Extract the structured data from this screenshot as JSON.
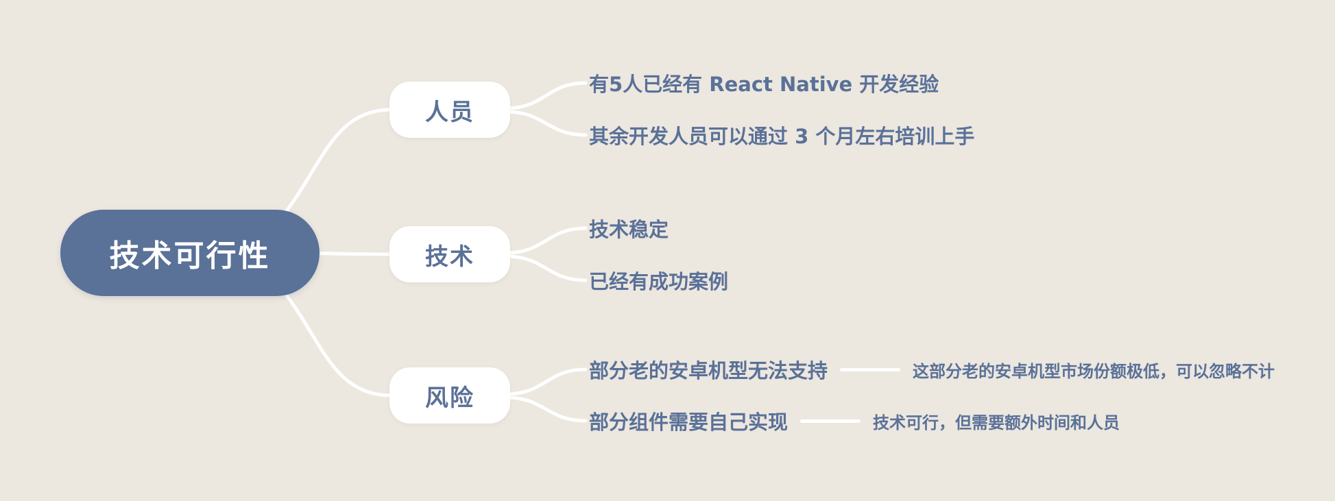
{
  "mindmap": {
    "root": {
      "label": "技术可行性"
    },
    "branches": [
      {
        "label": "人员",
        "children": [
          {
            "label": "有5人已经有 React Native 开发经验"
          },
          {
            "label": "其余开发人员可以通过 3 个月左右培训上手"
          }
        ]
      },
      {
        "label": "技术",
        "children": [
          {
            "label": "技术稳定"
          },
          {
            "label": "已经有成功案例"
          }
        ]
      },
      {
        "label": "风险",
        "children": [
          {
            "label": "部分老的安卓机型无法支持",
            "note": "这部分老的安卓机型市场份额极低，可以忽略不计"
          },
          {
            "label": "部分组件需要自己实现",
            "note": "技术可行，但需要额外时间和人员"
          }
        ]
      }
    ],
    "colors": {
      "background": "#ece7df",
      "root_fill": "#5a7198",
      "root_text": "#ffffff",
      "branch_fill": "#ffffff",
      "branch_text": "#5a7198",
      "leaf_text": "#5a7198",
      "connector": "#ffffff"
    }
  }
}
